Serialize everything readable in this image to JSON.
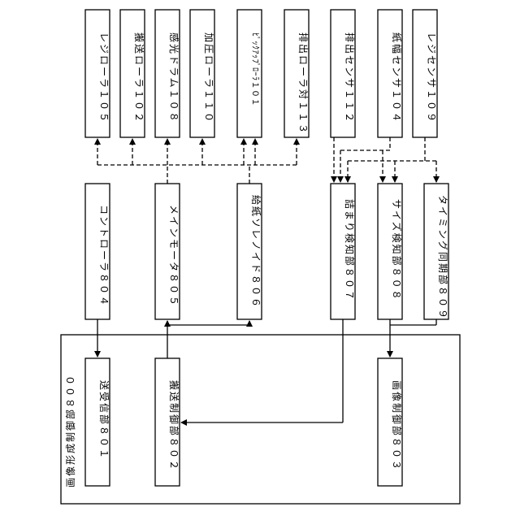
{
  "frame": {
    "label": "画像形成制御部８００"
  },
  "top_row": {
    "rollers": [
      {
        "id": "resist-roller",
        "label": "レジローラ１０５"
      },
      {
        "id": "transport-roller",
        "label": "搬送ローラ１０２"
      },
      {
        "id": "photosensitive-drum",
        "label": "感光ドラム１０８"
      },
      {
        "id": "pressure-roller",
        "label": "加圧ローラ１１０"
      },
      {
        "id": "pickup-roller",
        "label": "ﾋﾟｯｸｱｯﾌﾟﾛｰﾗ１０１"
      },
      {
        "id": "discharge-roller-pair",
        "label": "排出ローラ対１１３"
      }
    ],
    "sensors": [
      {
        "id": "discharge-sensor",
        "label": "排出センサ１１２"
      },
      {
        "id": "paper-width-sensor",
        "label": "紙幅センサ１０４"
      },
      {
        "id": "resist-sensor",
        "label": "レジセンサ１０９"
      }
    ]
  },
  "middle_row": [
    {
      "id": "controller",
      "label": "コントローラ８０４"
    },
    {
      "id": "main-motor",
      "label": "メインモータ８０５"
    },
    {
      "id": "feed-solenoid",
      "label": "給紙ソレノイド８０６"
    },
    {
      "id": "jam-detector",
      "label": "詰まり検知部８０７"
    },
    {
      "id": "size-detector",
      "label": "サイズ検知部８０８"
    },
    {
      "id": "timing-sync",
      "label": "タイミング同期部８０９"
    }
  ],
  "bottom_row": [
    {
      "id": "communication",
      "label": "送受信部８０１"
    },
    {
      "id": "transport-control",
      "label": "搬送制御部８０２"
    },
    {
      "id": "image-control",
      "label": "画像制御部８０３"
    }
  ]
}
